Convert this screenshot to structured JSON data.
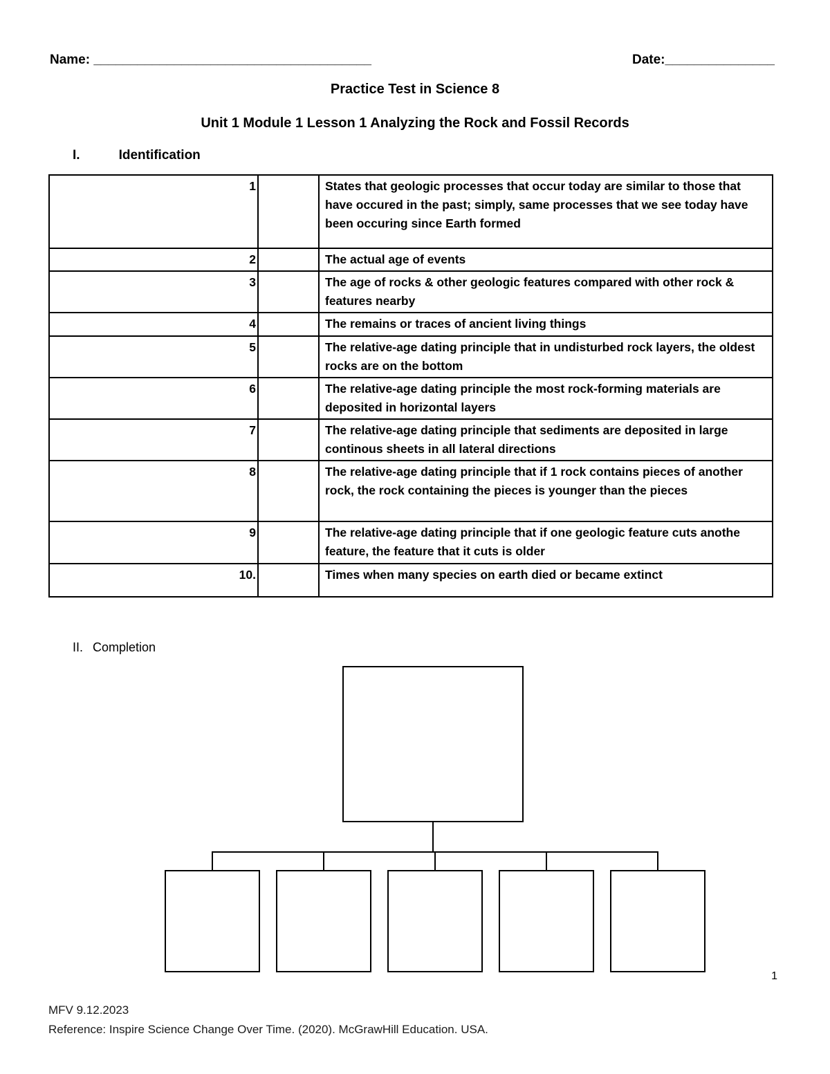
{
  "header": {
    "name_label": "Name:",
    "name_line": "______________________________________",
    "date_label": "Date:",
    "date_line": "_______________"
  },
  "title": "Practice Test in Science 8",
  "subtitle": "Unit 1 Module 1 Lesson 1 Analyzing the Rock and Fossil Records",
  "section1": {
    "numeral": "I.",
    "label": "Identification",
    "rows": [
      {
        "num": "1",
        "desc": "States that geologic processes that occur today are similar to those that have occured in the past; simply, same processes that we see today have been occuring since Earth formed"
      },
      {
        "num": "2",
        "desc": "The actual age of events"
      },
      {
        "num": "3",
        "desc": "The age of rocks & other geologic features compared with other rock & features nearby"
      },
      {
        "num": "4",
        "desc": "The remains or traces of ancient living things"
      },
      {
        "num": "5",
        "desc": "The relative-age dating principle that in undisturbed rock layers, the oldest rocks are on the bottom"
      },
      {
        "num": "6",
        "desc": "The relative-age dating principle the most rock-forming materials are deposited in horizontal layers"
      },
      {
        "num": "7",
        "desc": "The relative-age dating principle  that sediments are deposited in large continous sheets in all lateral directions"
      },
      {
        "num": "8",
        "desc": "The relative-age dating principle that if 1 rock contains pieces of another rock, the rock containing the pieces is younger than the pieces"
      },
      {
        "num": "9",
        "desc": "The relative-age dating principle that if one geologic feature cuts anothe feature, the feature that it cuts is older"
      },
      {
        "num": "10.",
        "desc": "Times when many species on earth died or became extinct"
      }
    ]
  },
  "section2": {
    "numeral": "II.",
    "label": "Completion"
  },
  "footer": {
    "page_number": "1",
    "line1": "MFV 9.12.2023",
    "line2": "Reference: Inspire Science Change Over Time. (2020). McGrawHill Education. USA."
  }
}
